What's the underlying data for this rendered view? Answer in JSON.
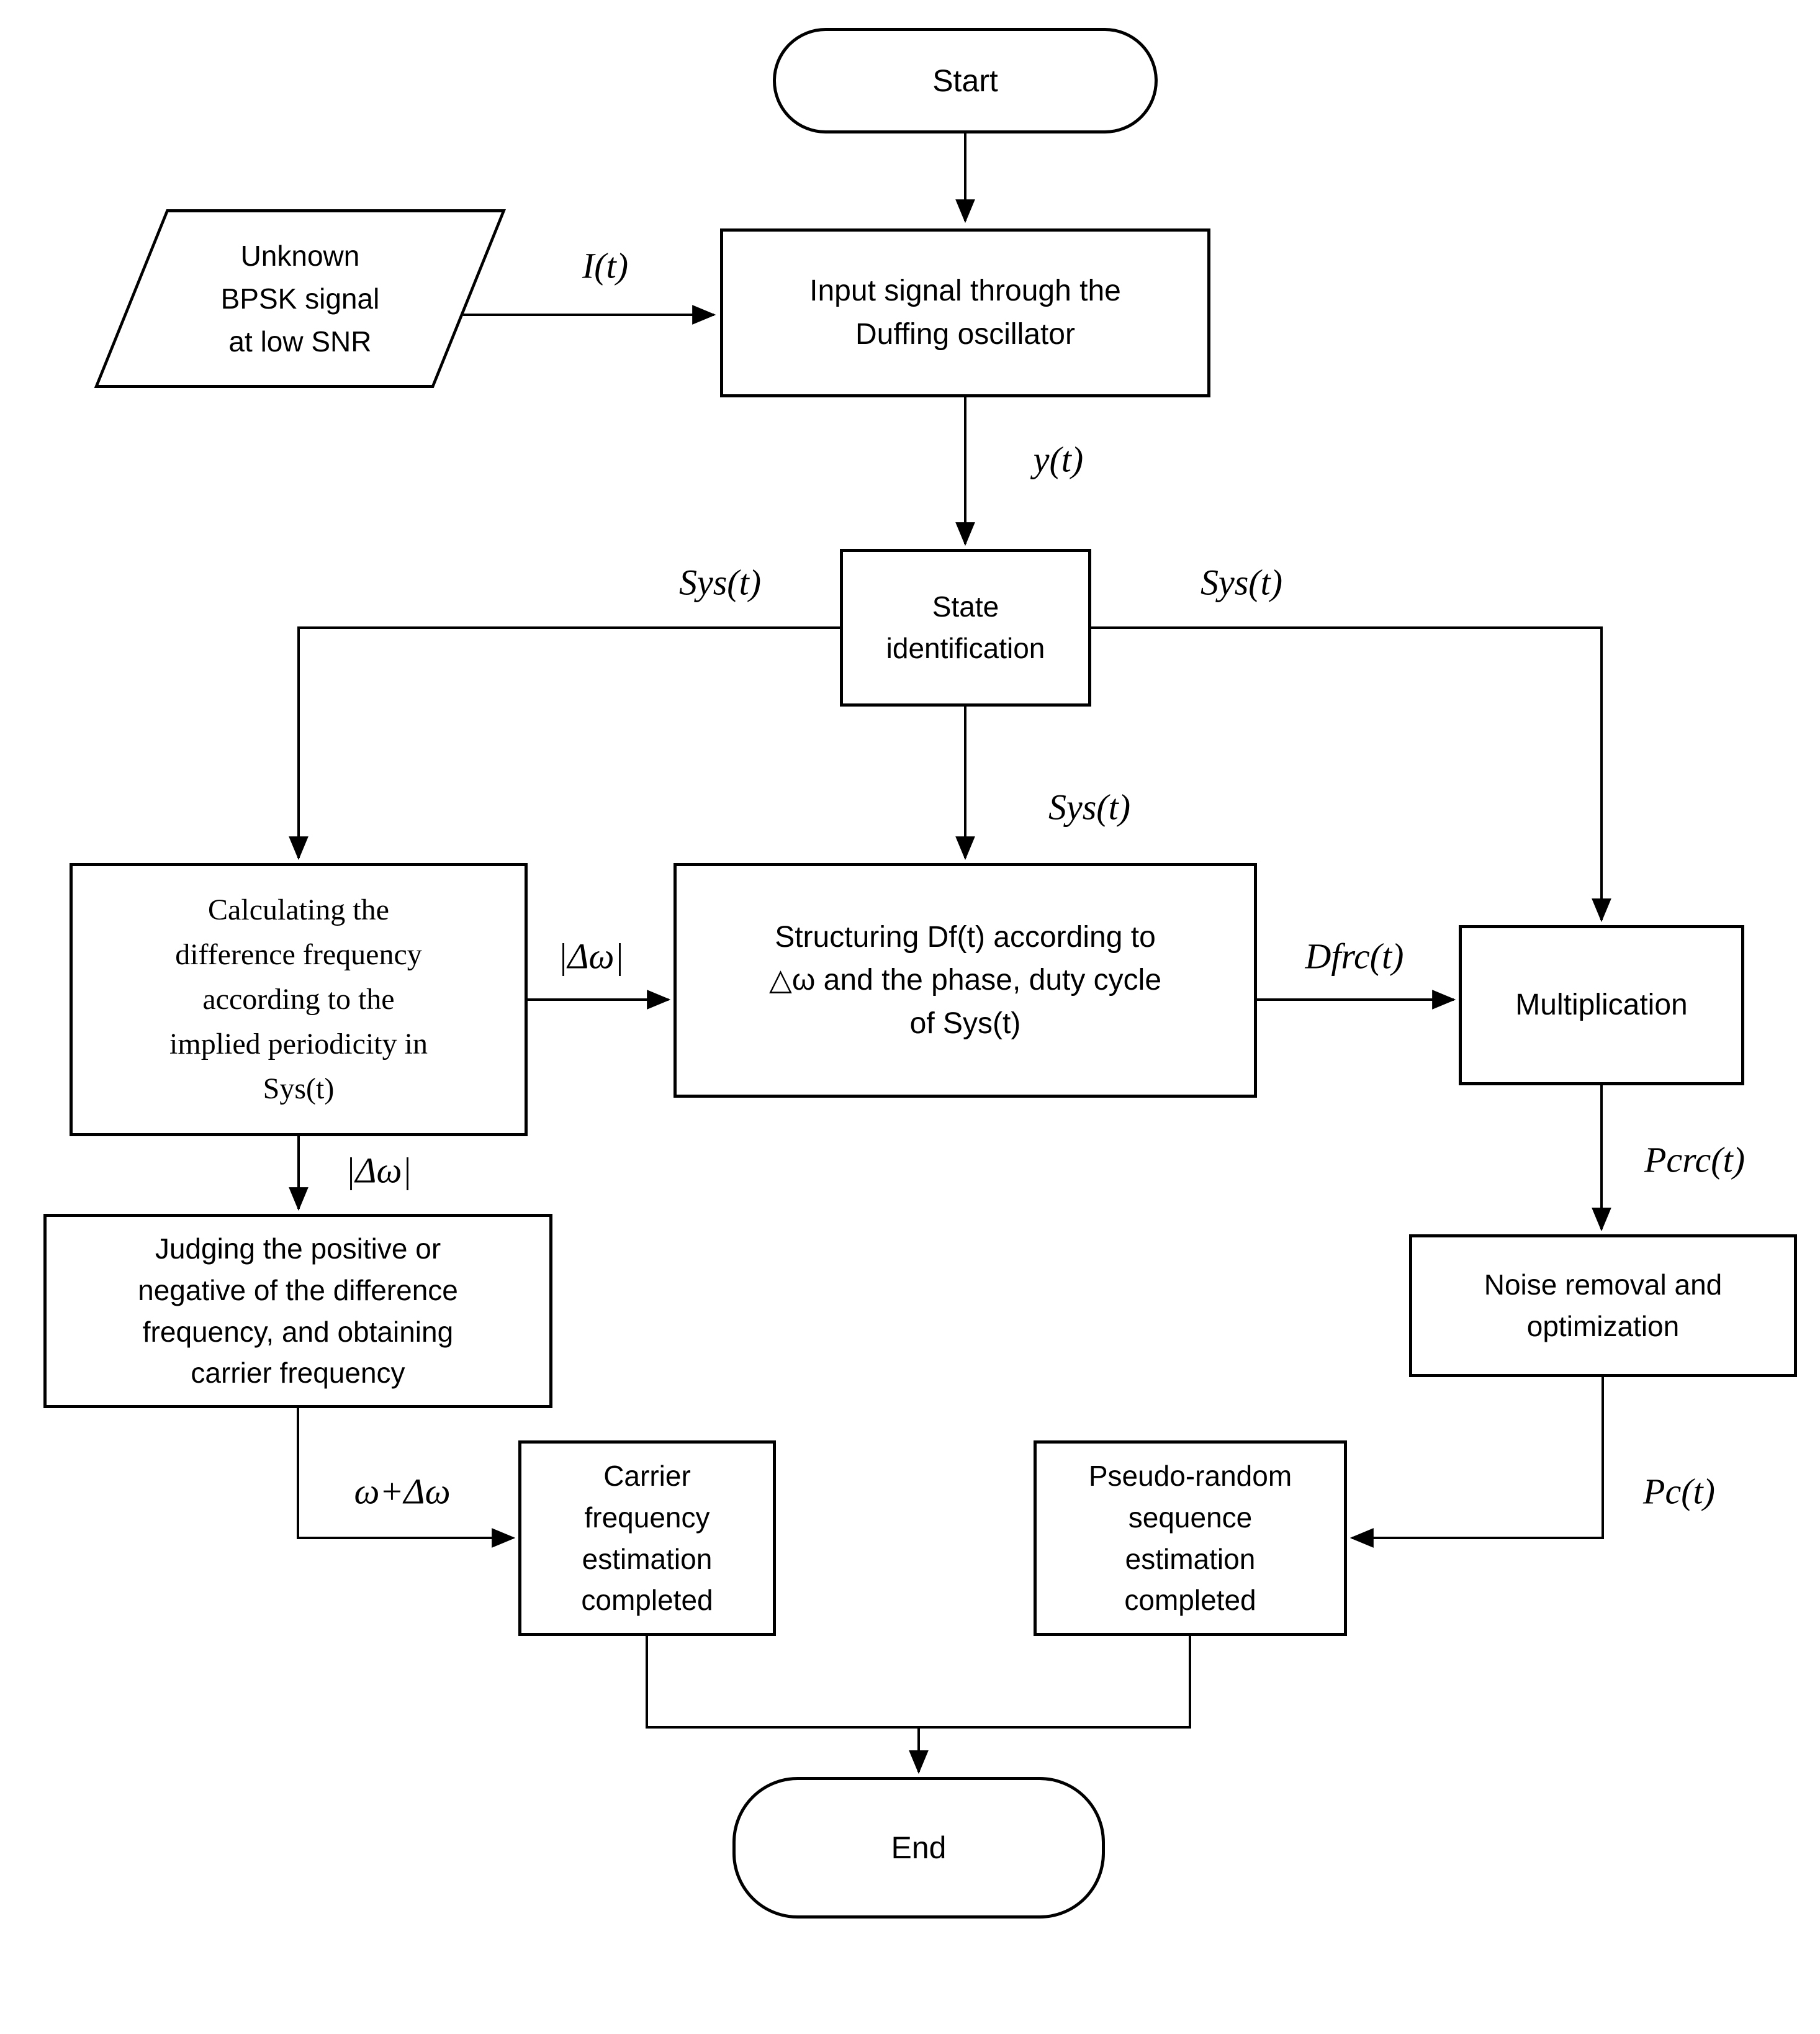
{
  "nodes": {
    "start": {
      "label": "Start",
      "shape": "terminator"
    },
    "unknown_bpsk": {
      "label": "Unknown\nBPSK signal\nat low SNR",
      "shape": "parallelogram"
    },
    "input_signal": {
      "label": "Input signal through the\nDuffing oscillator",
      "shape": "process"
    },
    "state_ident": {
      "label": "State\nidentification",
      "shape": "process"
    },
    "calculating": {
      "label": "Calculating the\ndifference frequency\naccording to the\nimplied periodicity in\nSys(t)",
      "shape": "process"
    },
    "structuring": {
      "label": "Structuring Df(t) according to\n△ω and the phase, duty cycle\nof Sys(t)",
      "shape": "process"
    },
    "multiplication": {
      "label": "Multiplication",
      "shape": "process"
    },
    "judging": {
      "label": "Judging the positive or\nnegative of the difference\nfrequency, and obtaining\ncarrier frequency",
      "shape": "process"
    },
    "noise_removal": {
      "label": "Noise removal and\noptimization",
      "shape": "process"
    },
    "carrier_done": {
      "label": "Carrier\nfrequency\nestimation\ncompleted",
      "shape": "process"
    },
    "pseudo_done": {
      "label": "Pseudo-random\nsequence\nestimation\ncompleted",
      "shape": "process"
    },
    "end": {
      "label": "End",
      "shape": "terminator"
    }
  },
  "edge_labels": {
    "it": "I(t)",
    "yt": "y(t)",
    "sys_left": "Sys(t)",
    "sys_right": "Sys(t)",
    "sys_center": "Sys(t)",
    "abs_dw_1": "|Δω|",
    "abs_dw_2": "|Δω|",
    "dfrc": "Dfrc(t)",
    "pcrc": "Pcrc(t)",
    "w_plus_dw": "ω+Δω",
    "pc": "Pc(t)"
  },
  "colors": {
    "line": "#000000",
    "background": "#ffffff",
    "text": "#000000"
  }
}
